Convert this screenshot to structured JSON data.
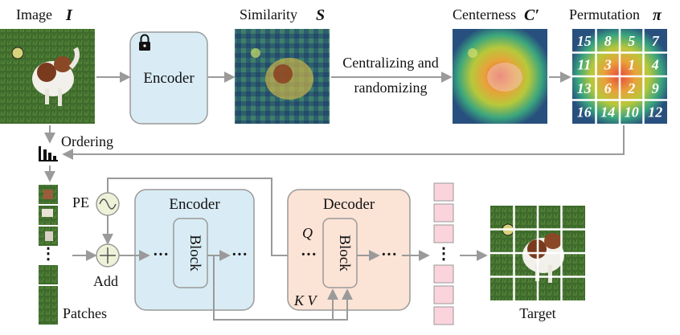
{
  "top": {
    "image_label": "Image",
    "image_symbol": "I",
    "encoder_label": "Encoder",
    "similarity_label": "Similarity",
    "similarity_symbol": "S",
    "centralizing_line1": "Centralizing and",
    "centralizing_line2": "randomizing",
    "centerness_label": "Centerness",
    "centerness_symbol": "C′",
    "permutation_label": "Permutation",
    "permutation_symbol": "π",
    "permutation_grid": [
      "15",
      "8",
      "5",
      "7",
      "11",
      "3",
      "1",
      "4",
      "13",
      "6",
      "2",
      "9",
      "16",
      "14",
      "10",
      "12"
    ]
  },
  "bottom": {
    "ordering_label": "Ordering",
    "pe_label": "PE",
    "add_label": "Add",
    "patches_label": "Patches",
    "encoder_label": "Encoder",
    "encoder_block_label": "Block",
    "decoder_label": "Decoder",
    "decoder_block_label": "Block",
    "q_label": "Q",
    "kv_label": "K V",
    "target_label": "Target",
    "ellipsis": "···",
    "vdots": "⋮"
  },
  "colors": {
    "encoder_fill": "#d9ecf5",
    "decoder_fill": "#fbe3d6",
    "token_fill": "#fad3dc",
    "arrow": "#9a9a9a",
    "grass": "#3e6b2c"
  },
  "icons": [
    "lock-icon",
    "sort-bars-icon",
    "sine-wave-icon",
    "plus-circle-icon"
  ]
}
